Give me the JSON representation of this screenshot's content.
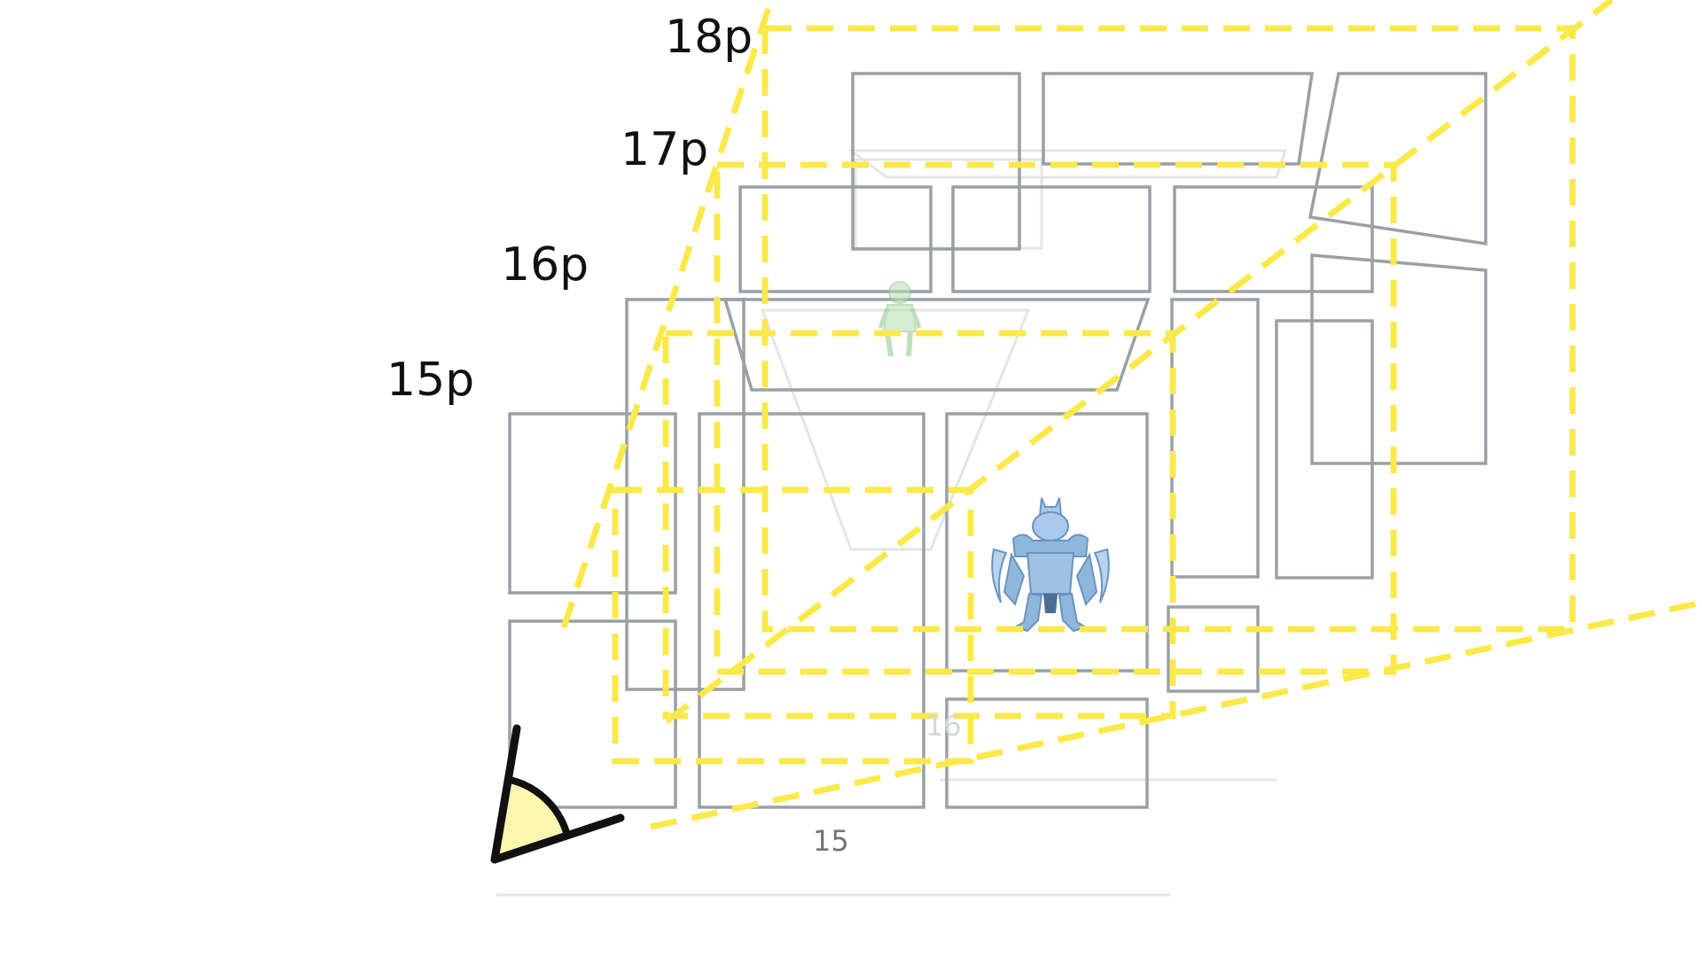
{
  "layer_labels": {
    "l18": "18p",
    "l17": "17p",
    "l16": "16p",
    "l15": "15p"
  },
  "page_numbers": {
    "p15": "15",
    "p16": "16"
  },
  "colors": {
    "frustum": "#fbe94a",
    "panel": "#9aa0a3",
    "camera_fill": "#fdf6ae",
    "camera_stroke": "#111111",
    "character_front": "#8fb6dd",
    "character_back": "#b5e0b0"
  },
  "icons": {
    "camera": "camera-angle-icon",
    "character_front": "armored-warrior-icon",
    "character_back": "distant-figure-icon"
  }
}
